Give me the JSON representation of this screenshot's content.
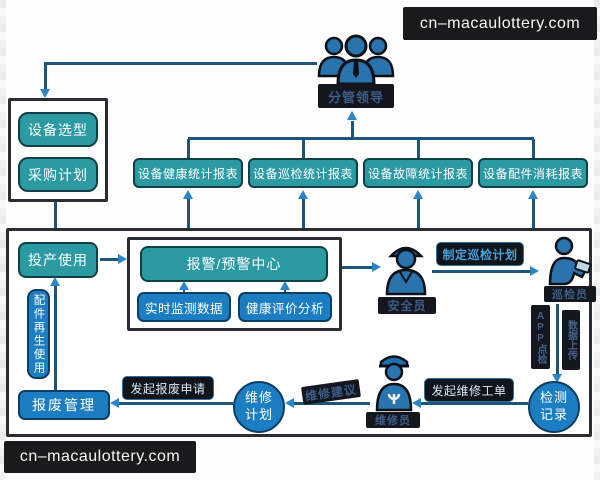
{
  "watermark": {
    "text": "cn–macaulottery.com"
  },
  "top": {
    "leader_label": "分管领导"
  },
  "left_panel": {
    "items": [
      "设备选型",
      "采购计划"
    ]
  },
  "reports": [
    "设备健康统计报表",
    "设备巡检统计报表",
    "设备故障统计报表",
    "设备配件消耗报表"
  ],
  "main": {
    "production": "投产使用",
    "alarm_center": "报警/预警中心",
    "realtime_data": "实时监测数据",
    "health_analysis": "健康评价分析",
    "safety_officer": "安全员",
    "make_inspection_plan": "制定巡检计划",
    "inspector": "巡检员",
    "app_inspection": "APP点检",
    "data_upload": "数据上传",
    "detection_record": "检测记录",
    "initiate_repair_order": "发起维修工单",
    "maintenance_worker": "维修员",
    "repair_suggestion": "维修建议",
    "repair_plan": "维修计划",
    "initiate_scrap_request": "发起报废申请",
    "scrap_management": "报废管理",
    "parts_reuse": "配件再生使用"
  },
  "colors": {
    "teal": "#2b9aa3",
    "blue": "#1d7dc2",
    "dark_label_bg": "#14171d",
    "line": "#1c567c",
    "arrow": "#2a86c8",
    "frame_border": "#2a2d31",
    "watermark_bg": "#1a1a1c"
  }
}
